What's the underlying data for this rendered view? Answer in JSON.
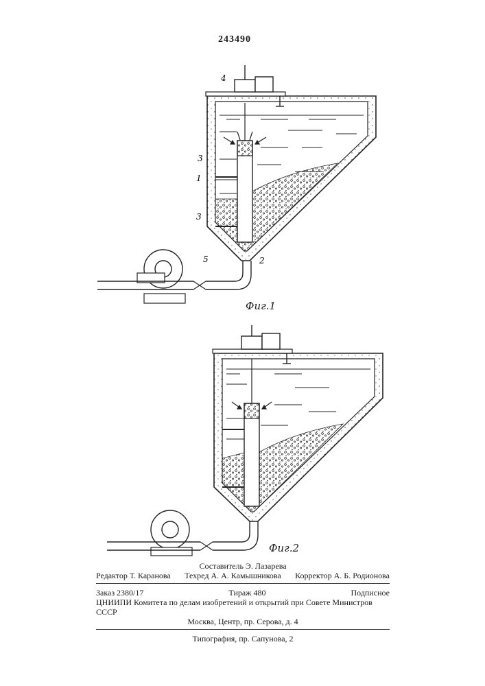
{
  "patent_number": "243490",
  "figures": {
    "fig1": {
      "caption": "Фиг.1",
      "labels": {
        "motor": "4",
        "upper_partition": "3",
        "tube": "1",
        "lower_partition": "3",
        "hose": "5",
        "sediment": "2"
      }
    },
    "fig2": {
      "caption": "Фиг.2"
    }
  },
  "colophon": {
    "compiler": "Составитель Э. Лазарева",
    "editor": "Редактор Т. Каранова",
    "tech_editor": "Техред А. А. Камышникова",
    "proofreader": "Корректор А. Б. Родионова",
    "order": "Заказ 2380/17",
    "circulation": "Тираж 480",
    "subscription": "Подписное",
    "institute": "ЦНИИПИ Комитета по делам изобретений и открытий при Совете Министров СССР",
    "address": "Москва, Центр, пр. Серова, д. 4",
    "printer": "Типография, пр. Сапунова, 2"
  }
}
